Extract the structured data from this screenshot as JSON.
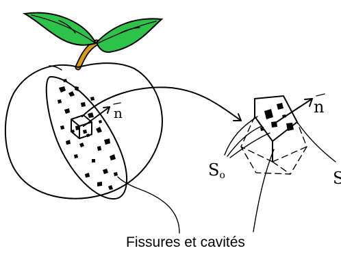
{
  "labels": {
    "normal_vector": "n",
    "surface_a": "S",
    "surface_a_subscript": "o",
    "surface_b": "S",
    "caption": "Fissures et cavités"
  },
  "colors": {
    "leaf": "#2fc24a",
    "stem": "#d89a1f",
    "ink": "#000000",
    "background": "#ffffff"
  }
}
